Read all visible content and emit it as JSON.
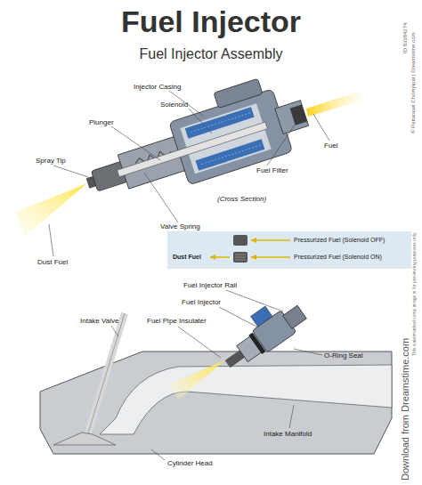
{
  "diagram": {
    "title": "Fuel Injector",
    "labels": [
      "Fuel Injector Assembly",
      "Injector Casing",
      "Solenoid",
      "Plunger",
      "Fuel",
      "Spray Tip",
      "Fuel Filter",
      "(Cross Section)",
      "Valve Spring",
      "Dust Fuel",
      "Dust Fuel",
      "Fuel Injector Rail",
      "Fuel Injector",
      "Intake Valve",
      "Fuel Pipe Insulater",
      "O-Ring Seal",
      "Cylinder Head",
      "Intake Manifold",
      "ID 83384274",
      "© Pattarawit Chompipat | Dreamstime.com",
      "Download from Dreamstime.com",
      "This watermarked comp image is for previewing purposes only."
    ],
    "legend": [
      {
        "text": "Pressurized Fuel (Solenoid OFF)"
      },
      {
        "text": "Pressurized Fuel (Solenoid ON)"
      }
    ]
  }
}
